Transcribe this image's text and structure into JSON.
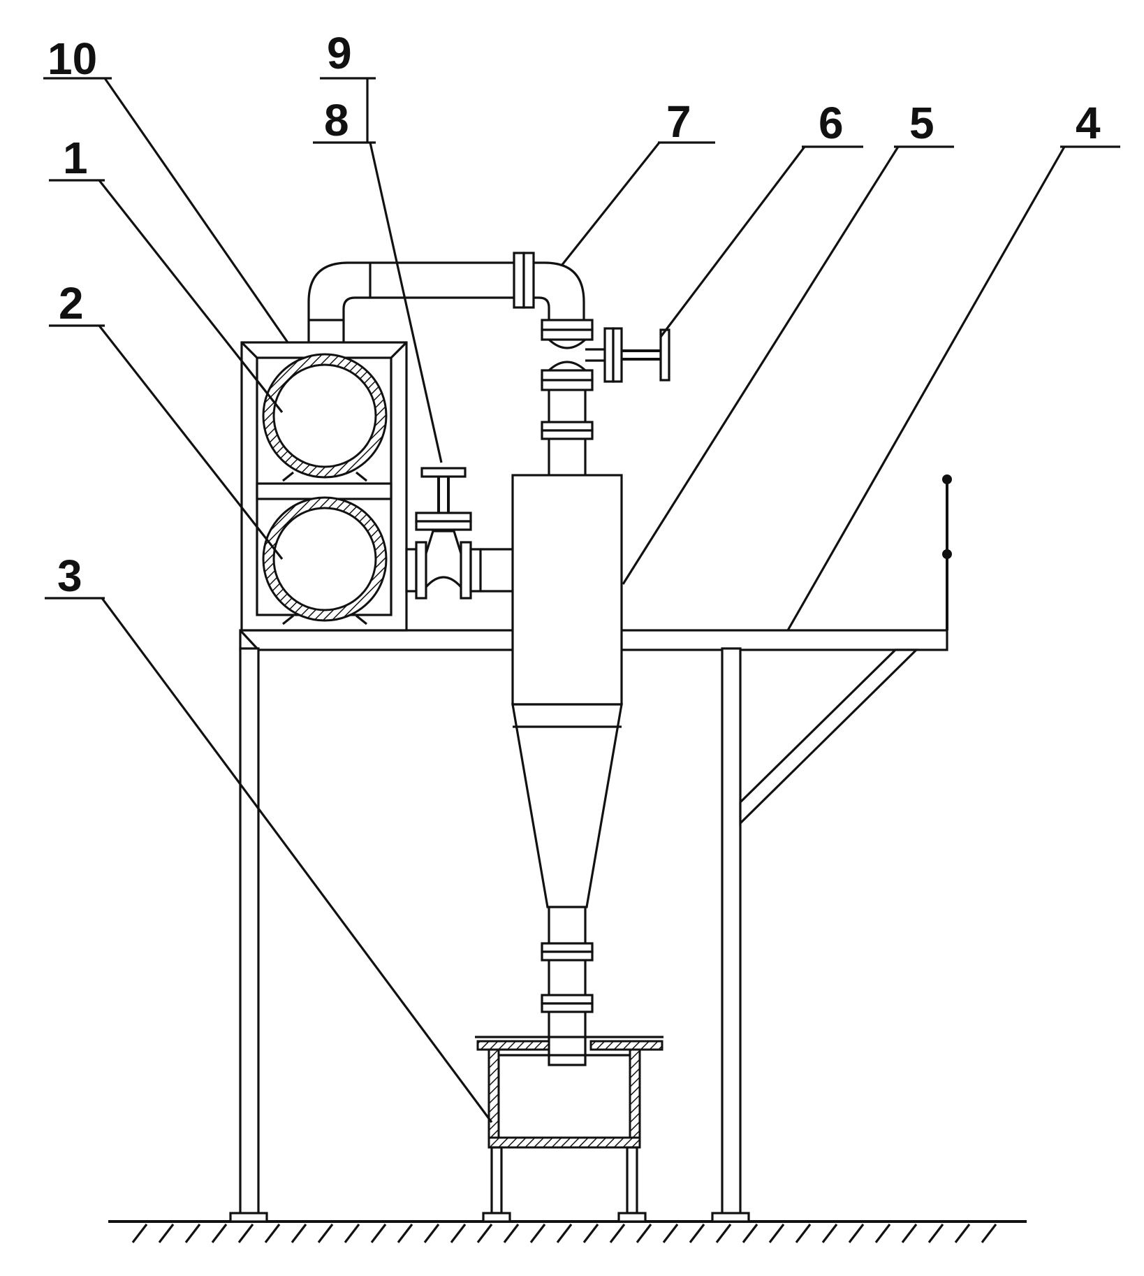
{
  "diagram": {
    "type": "patent-mechanical-drawing",
    "labels": [
      {
        "id": "label-10",
        "text": "10"
      },
      {
        "id": "label-9",
        "text": "9"
      },
      {
        "id": "label-8",
        "text": "8"
      },
      {
        "id": "label-7",
        "text": "7"
      },
      {
        "id": "label-6",
        "text": "6"
      },
      {
        "id": "label-5",
        "text": "5"
      },
      {
        "id": "label-4",
        "text": "4"
      },
      {
        "id": "label-1",
        "text": "1"
      },
      {
        "id": "label-2",
        "text": "2"
      },
      {
        "id": "label-3",
        "text": "3"
      }
    ]
  }
}
